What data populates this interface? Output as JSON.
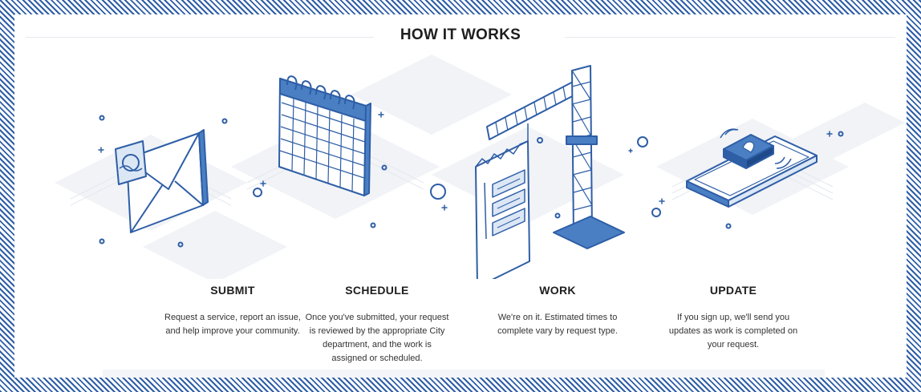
{
  "section": {
    "title": "HOW IT WORKS"
  },
  "steps": [
    {
      "title": "SUBMIT",
      "icon": "envelope-icon",
      "description": "Request a service, report an issue, and help improve your community."
    },
    {
      "title": "SCHEDULE",
      "icon": "calendar-icon",
      "description": "Once you've submitted, your request is reviewed by the appropriate City department, and the work is assigned or scheduled."
    },
    {
      "title": "WORK",
      "icon": "construction-crane-icon",
      "description": "We're on it. Estimated times to complete vary by request type."
    },
    {
      "title": "UPDATE",
      "icon": "phone-notification-icon",
      "description": "If you sign up, we'll send you updates as work is completed on your request."
    }
  ],
  "colors": {
    "accent": "#2e5ea6",
    "accent_light": "#4a7fc4",
    "text": "#1e1e1e",
    "body_text": "#333333"
  }
}
